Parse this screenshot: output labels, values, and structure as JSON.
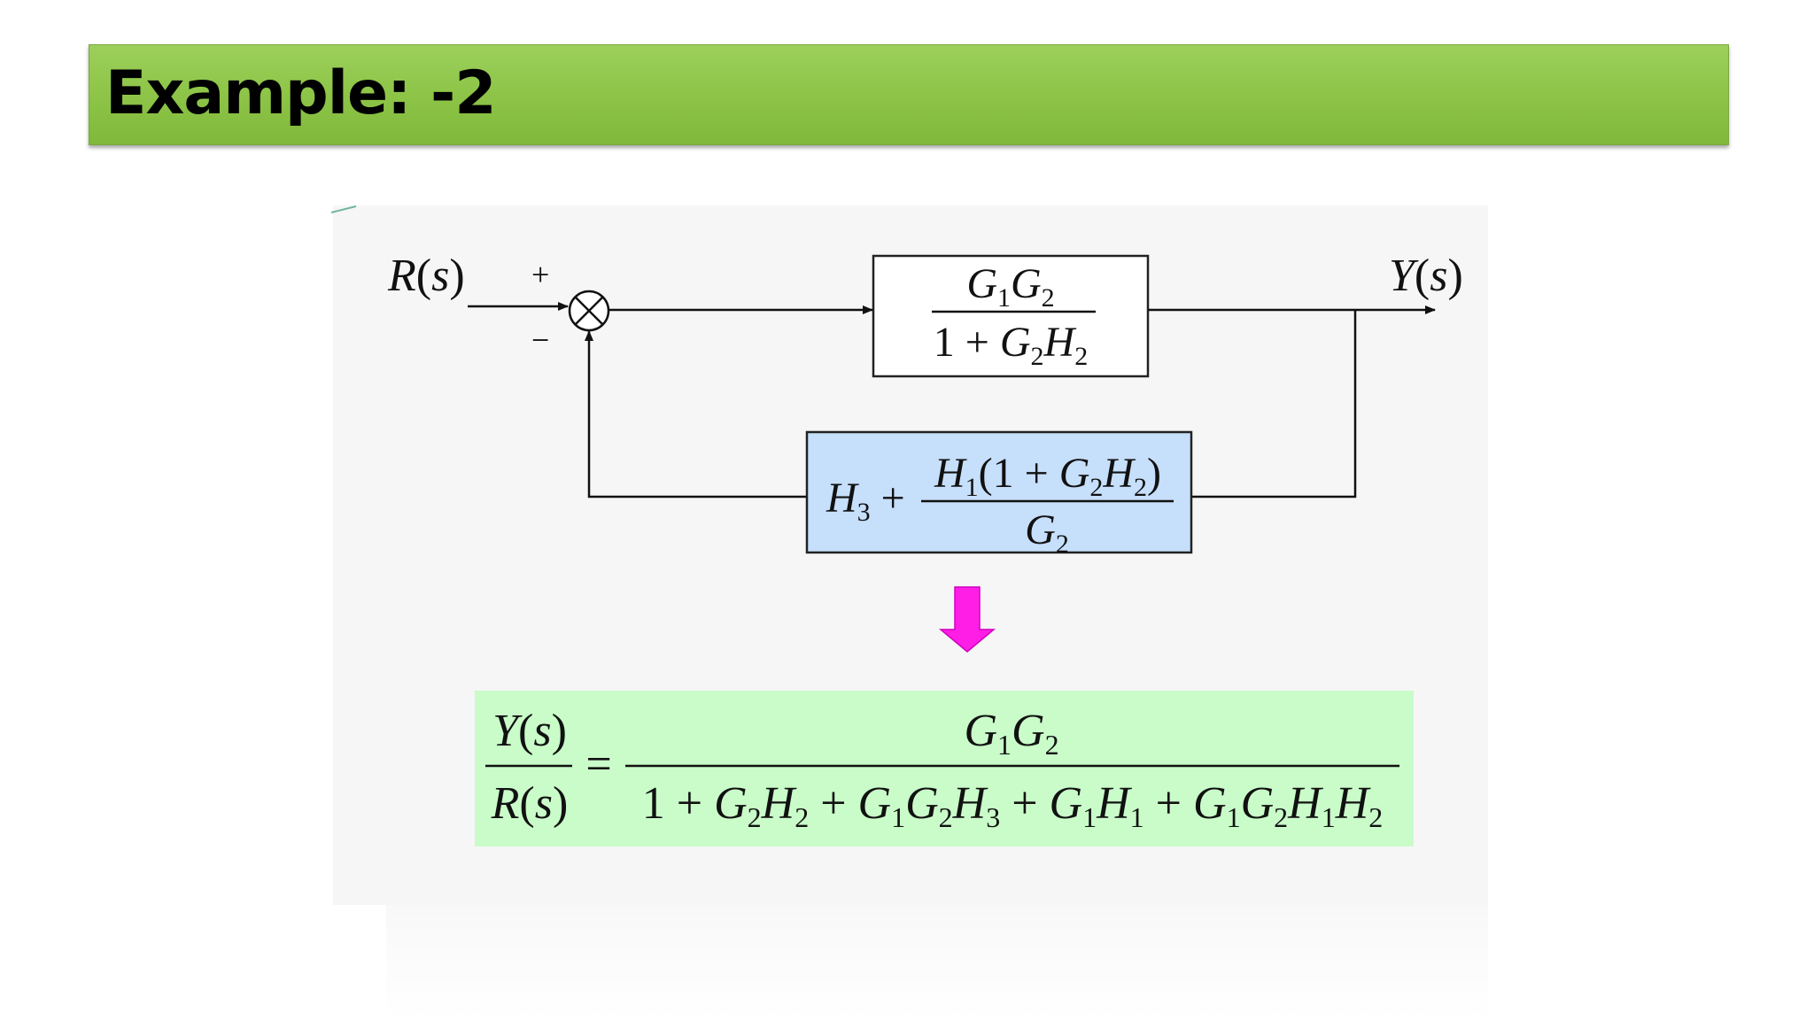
{
  "slide": {
    "title": "Example: -2"
  },
  "diagram": {
    "input_label": "R(s)",
    "output_label": "Y(s)",
    "plus_sign": "+",
    "minus_sign": "−",
    "forward_block": {
      "numerator": "G1G2",
      "denominator": "1+G2H2"
    },
    "feedback_block": {
      "term": "H3",
      "numerator": "H1(1+G2H2)",
      "denominator": "G2"
    },
    "result": {
      "lhs_numerator": "Y(s)",
      "lhs_denominator": "R(s)",
      "equals": "=",
      "rhs_numerator": "G1G2",
      "rhs_denominator": "1+G2H2+G1G2H3+G1H1+G1G2H1H2"
    }
  },
  "colors": {
    "title_bar": "#8fc649",
    "feedback_block_fill": "#c6dffb",
    "result_box_fill": "#c9fcc9",
    "arrow_fill": "#ff1ee6"
  }
}
